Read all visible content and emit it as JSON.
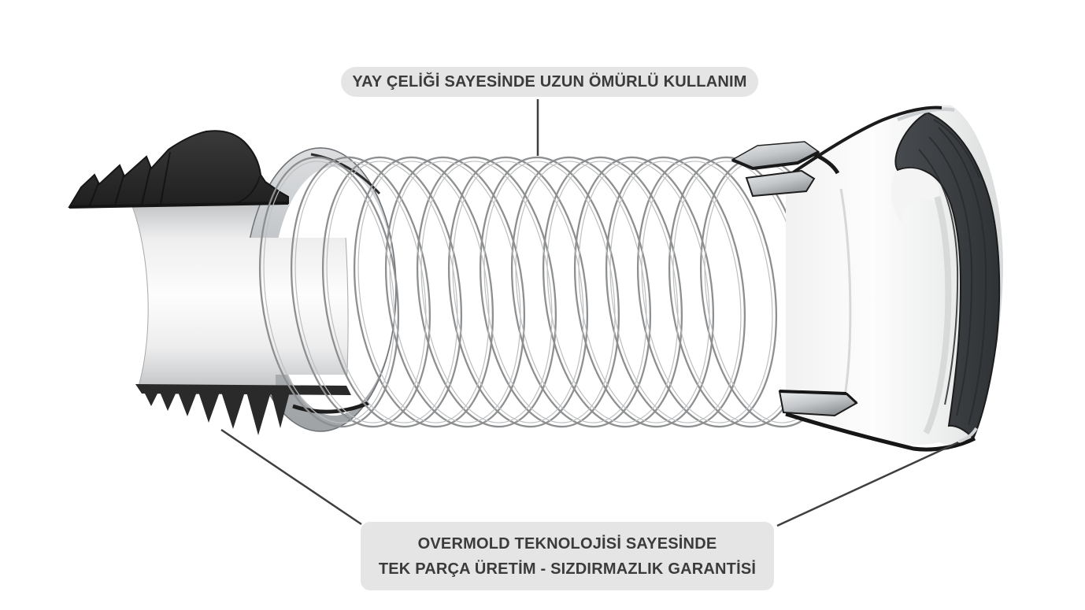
{
  "callouts": {
    "top": {
      "text": "YAY ÇELİĞİ SAYESİNDE UZUN ÖMÜRLÜ KULLANIM"
    },
    "bottom": {
      "line1": "OVERMOLD TEKNOLOJİSİ SAYESİNDE",
      "line2": "TEK PARÇA ÜRETİM - SIZDIRMAZLIK GARANTİSİ"
    }
  },
  "colors": {
    "background": "#ffffff",
    "callout_bg": "#e5e5e5",
    "callout_text": "#3b3b3b",
    "spring_wire": "#8d8f91",
    "spring_wire_highlight": "#bdbfc1",
    "rubber_dark": "#2a2a2a",
    "rim_charcoal": "#3a3d40",
    "leader_line": "#3f3f3f"
  }
}
